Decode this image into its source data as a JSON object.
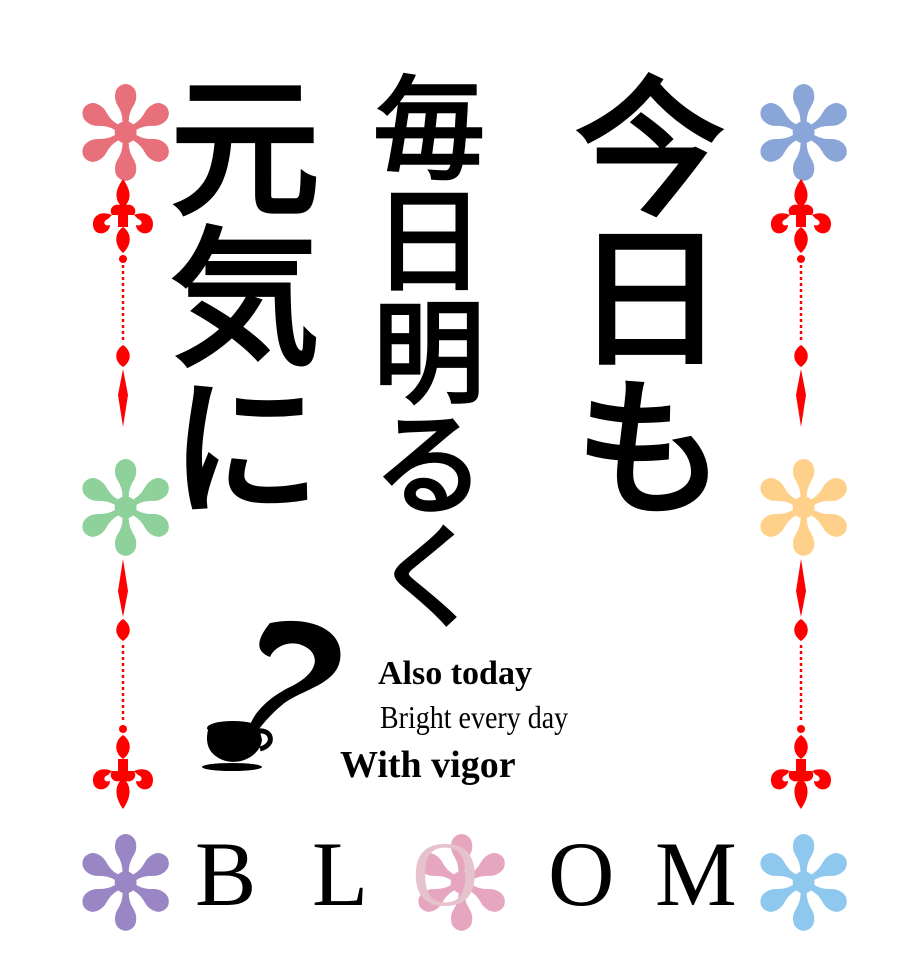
{
  "title": {
    "right_column": [
      "今",
      "日",
      "も"
    ],
    "middle_column": [
      "毎",
      "日",
      "明",
      "る",
      "く"
    ],
    "left_column": [
      "元",
      "気",
      "に"
    ]
  },
  "english": {
    "line1": "Also today",
    "line2": "Bright every day",
    "line3": "With vigor"
  },
  "brand": [
    "B",
    "L",
    "O",
    "O",
    "M"
  ],
  "colors": {
    "ornament": "#ff0000",
    "asterisk_top_left": "#e8707a",
    "asterisk_top_right": "#8aa6d8",
    "asterisk_mid_left": "#8fd19a",
    "asterisk_mid_right": "#ffd08a",
    "asterisk_bottom_left": "#9a86c4",
    "asterisk_bottom_middle": "#e6a6bf",
    "asterisk_bottom_right": "#8fc8ee"
  },
  "icons": [
    "asterisk-icon",
    "fleur-de-lis-icon",
    "question-mark-cup-icon"
  ]
}
